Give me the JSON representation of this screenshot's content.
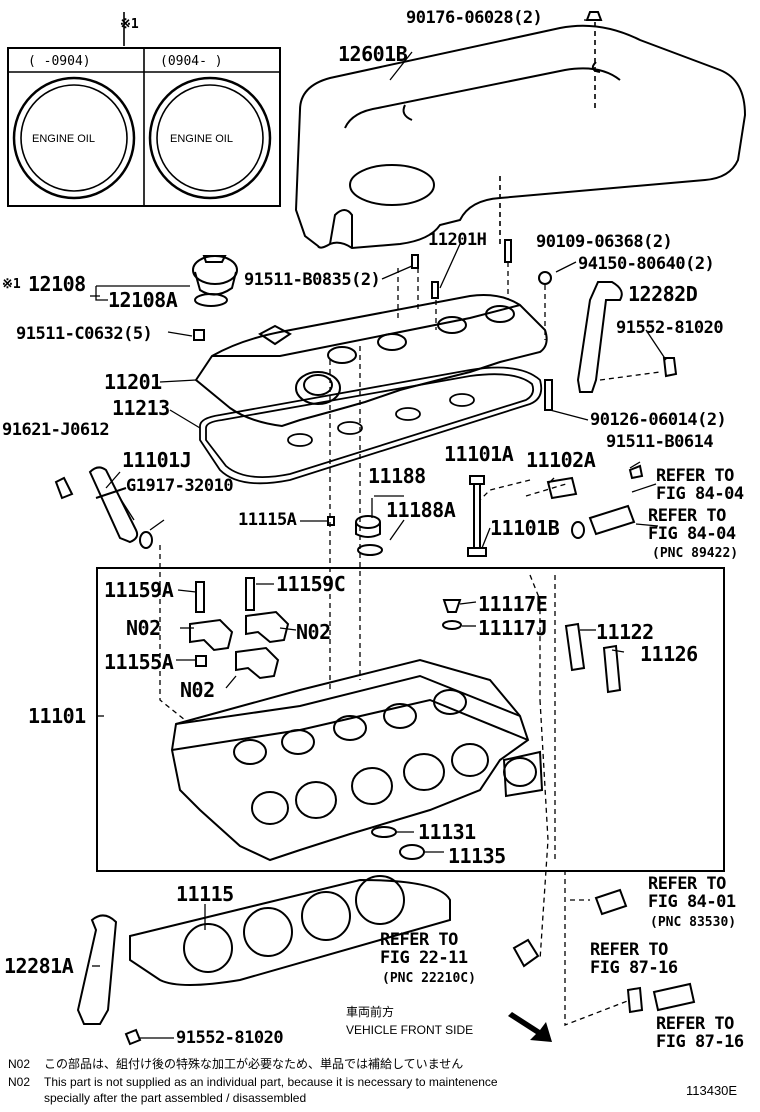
{
  "inset": {
    "marker": "※1",
    "left_range": "(    -0904)",
    "right_range": "(0904-     )",
    "left_cap_text": "ENGINE OIL",
    "right_cap_text": "ENGINE OIL"
  },
  "labels": {
    "p90176": "90176-06028(2)",
    "p12601B": "12601B",
    "p11201H": "11201H",
    "p90109": "90109-06368(2)",
    "p94150": "94150-80640(2)",
    "p12282D": "12282D",
    "p12108_marker": "※1",
    "p12108": "12108",
    "p12108A": "12108A",
    "p91511_B0835": "91511-B0835(2)",
    "p91552_81020_top": "91552-81020",
    "p91511_C0632": "91511-C0632(5)",
    "p11201": "11201",
    "p11213": "11213",
    "p90126": "90126-06014(2)",
    "p91621": "91621-J0612",
    "p11101J": "11101J",
    "pG1917": "G1917-32010",
    "p11188": "11188",
    "p11101A": "11101A",
    "p11102A": "11102A",
    "p91511_B0614": "91511-B0614",
    "refer_84_04a_1": "REFER TO",
    "refer_84_04a_2": "FIG 84-04",
    "p11115A": "11115A",
    "p11188A": "11188A",
    "p11101B": "11101B",
    "refer_84_04b_1": "REFER TO",
    "refer_84_04b_2": "FIG 84-04",
    "pnc_89422": "(PNC 89422)",
    "p11159A": "11159A",
    "p11159C": "11159C",
    "p11117E": "11117E",
    "p11117J": "11117J",
    "pN02a": "N02",
    "pN02b": "N02",
    "p11122": "11122",
    "p11126": "11126",
    "p11155A": "11155A",
    "pN02c": "N02",
    "p11101": "11101",
    "p11131": "11131",
    "p11135": "11135",
    "refer_84_01_1": "REFER TO",
    "refer_84_01_2": "FIG 84-01",
    "pnc_83530": "(PNC 83530)",
    "p11115": "11115",
    "refer_22_11_1": "REFER TO",
    "refer_22_11_2": "FIG 22-11",
    "pnc_22210C": "(PNC 22210C)",
    "p12281A": "12281A",
    "refer_87_16a_1": "REFER TO",
    "refer_87_16a_2": "FIG 87-16",
    "refer_87_16b_1": "REFER TO",
    "refer_87_16b_2": "FIG 87-16",
    "p91552_81020_bot": "91552-81020"
  },
  "front_side": {
    "jp": "車両前方",
    "en": "VEHICLE FRONT SIDE"
  },
  "notes": {
    "jp_code": "N02",
    "jp_text": "この部品は、組付け後の特殊な加工が必要なため、単品では補給していません",
    "en_code": "N02",
    "en_line1": "This part is not supplied as an individual part, because it is necessary to maintenence",
    "en_line2": "specially after the part assembled / disassembled"
  },
  "figure_code": "113430E"
}
